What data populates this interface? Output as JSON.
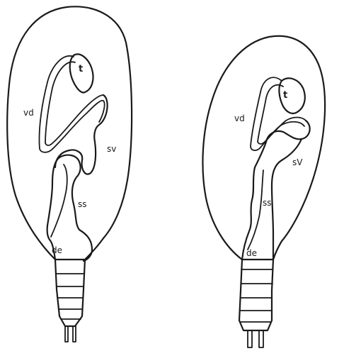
{
  "left_specimen": {
    "labels": {
      "t": "t",
      "vd": "vd",
      "sv": "sv",
      "ss": "ss",
      "de": "de"
    }
  },
  "right_specimen": {
    "labels": {
      "t": "t",
      "vd": "vd",
      "sv": "sV",
      "ss": "ss",
      "de": "de"
    }
  }
}
